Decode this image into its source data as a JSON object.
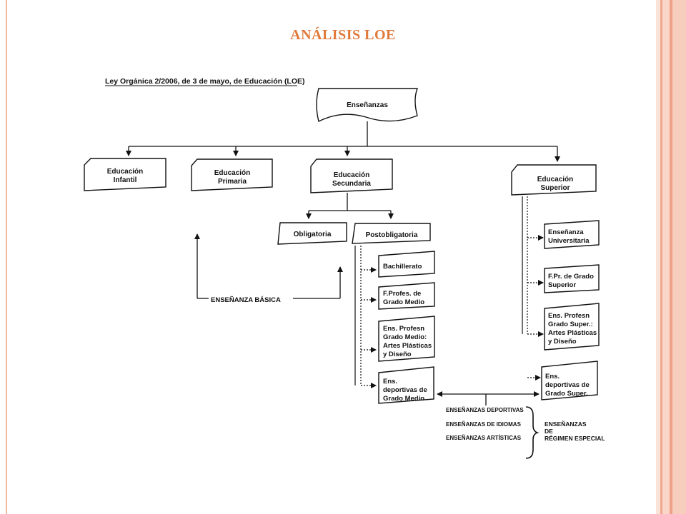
{
  "slide_title": "ANÁLISIS LOE",
  "law_heading": "Ley Orgánica 2/2006, de 3 de mayo, de Educación (LOE)",
  "root": "Enseñanzas",
  "levels": {
    "infantil": [
      "Educación",
      "Infantil"
    ],
    "primaria": [
      "Educación",
      "Primaria"
    ],
    "secundaria": [
      "Educación",
      "Secundaria"
    ],
    "superior": [
      "Educación",
      "Superior"
    ]
  },
  "secundaria_children": {
    "obligatoria": "Obligatoria",
    "postobligatoria": "Postobligatoria"
  },
  "postobligatoria_items": [
    [
      "Bachillerato"
    ],
    [
      "F.Profes. de",
      "Grado Medio"
    ],
    [
      "Ens. Profesn",
      "Grado Medio:",
      "Artes Plásticas",
      "y Diseño"
    ],
    [
      "Ens.",
      "deportivas de",
      "Grado Medio"
    ]
  ],
  "superior_items": [
    [
      "Enseñanza",
      "Universitaria"
    ],
    [
      "F.Pr. de Grado",
      "Superior"
    ],
    [
      "Ens. Profesn",
      "Grado Super.:",
      "Artes Plásticas",
      "y Diseño"
    ],
    [
      "Ens.",
      "deportivas de",
      "Grado Super."
    ]
  ],
  "basica_label": "ENSEÑANZA BÁSICA",
  "especial_items": [
    "ENSEÑANZAS DEPORTIVAS",
    "ENSEÑANZAS DE IDIOMAS",
    "ENSEÑANZAS ARTÍSTICAS"
  ],
  "especial_label": [
    "ENSEÑANZAS",
    "DE",
    "RÉGIMEN ESPECIAL"
  ]
}
